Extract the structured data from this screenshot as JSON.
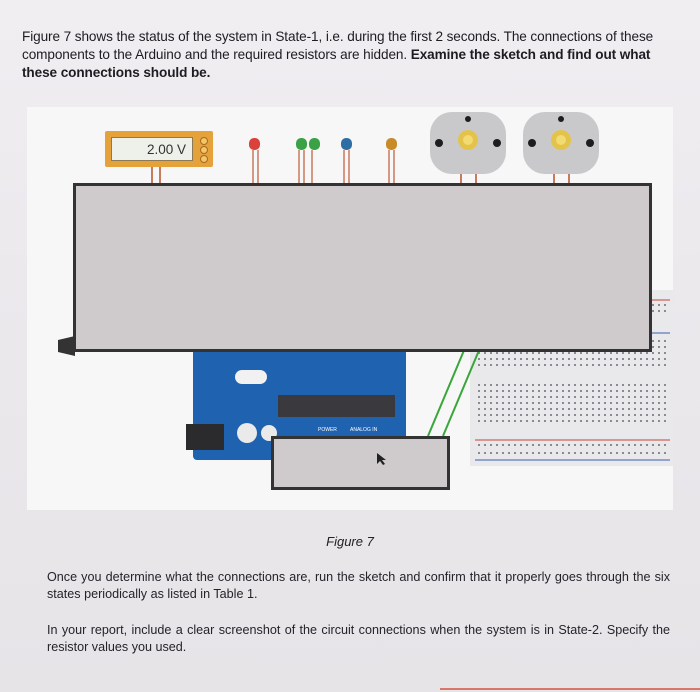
{
  "intro": {
    "text_normal": "Figure 7 shows the status of the system in State-1, i.e. during the first 2 seconds. The connections of these components to the Arduino and the required resistors are hidden.",
    "text_bold": "Examine the sketch and find out what these connections should be."
  },
  "figure": {
    "voltmeter_reading": "2.00 V",
    "board_power_label": "POWER",
    "board_analog_label": "ANALOG IN",
    "colors": {
      "board_blue": "#1f63b0",
      "hidden_box_fill": "#cfcbcc",
      "voltmeter_orange": "#e5a23a",
      "led_red": "#d9413a",
      "led_blue": "#2d6fa5",
      "led_orange": "#c98a2a",
      "wire_green": "#3aa63a"
    },
    "leds": [
      {
        "color": "red"
      },
      {
        "color": "green"
      },
      {
        "color": "green"
      },
      {
        "color": "blue"
      },
      {
        "color": "orange"
      }
    ],
    "buttons": [
      {
        "led_color": "yellow"
      },
      {
        "led_color": "yellow"
      }
    ],
    "caption": "Figure 7"
  },
  "body": {
    "paragraph1": "Once you determine what the connections are, run the sketch and confirm that it properly goes through the six states periodically as listed in Table 1.",
    "paragraph2": "In your report, include a clear screenshot of the circuit connections when the system is in State-2. Specify the resistor values you used."
  }
}
